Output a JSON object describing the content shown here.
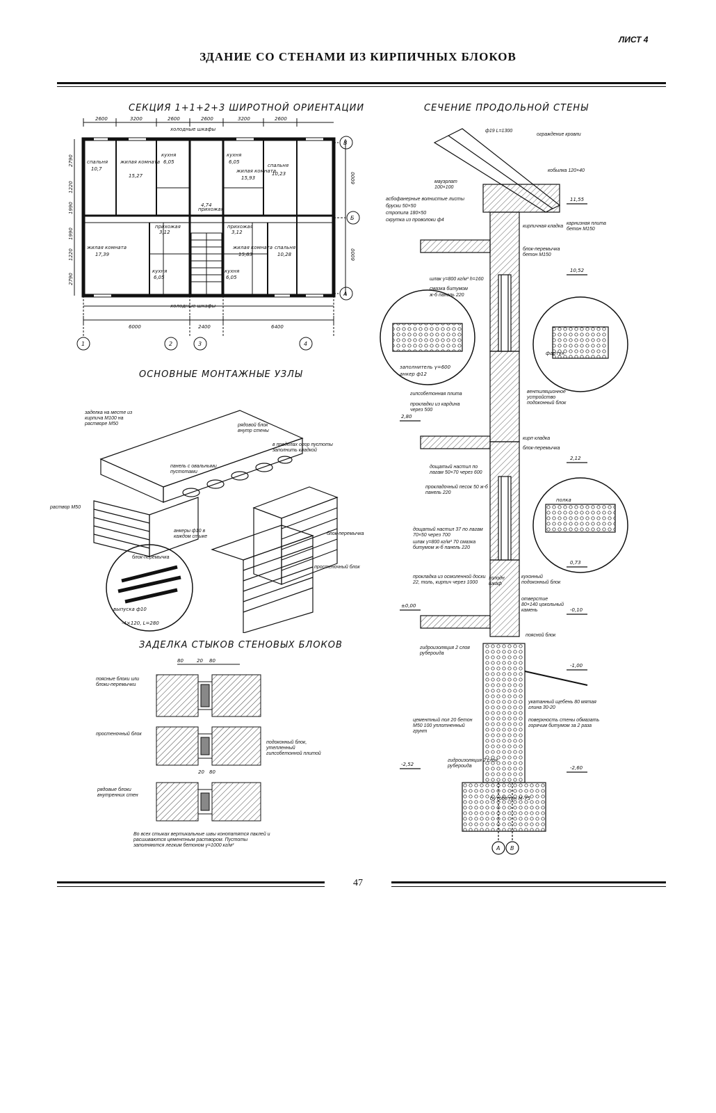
{
  "header": {
    "sheet": "ЛИСТ 4",
    "title": "ЗДАНИЕ СО СТЕНАМИ ИЗ КИРПИЧНЫХ БЛОКОВ"
  },
  "plan": {
    "title": "СЕКЦИЯ 1+1+2+3 ШИРОТНОЙ ОРИЕНТАЦИИ",
    "top_dims": [
      "2600",
      "3200",
      "2600",
      "2600",
      "3200",
      "2600"
    ],
    "cold_closets": "холодные шкафы",
    "rooms": [
      {
        "name": "спальня",
        "area": "10,7"
      },
      {
        "name": "жилая комната",
        "area": "15,27"
      },
      {
        "name": "кухня",
        "area": "6,05"
      },
      {
        "name": "кухня",
        "area": "6,05"
      },
      {
        "name": "жилая комната",
        "area": "15,93"
      },
      {
        "name": "спальня",
        "area": "10,23"
      },
      {
        "name": "прихожая",
        "area": "4,74"
      },
      {
        "name": "прихожая",
        "area": "3,12"
      },
      {
        "name": "прихожая",
        "area": "3,12"
      },
      {
        "name": "жилая комната",
        "area": "17,39"
      },
      {
        "name": "кухня",
        "area": "6,05"
      },
      {
        "name": "жилая комната",
        "area": "15,83"
      },
      {
        "name": "кухня",
        "area": "6,05"
      },
      {
        "name": "спальня",
        "area": "10,28"
      }
    ],
    "axes_letters": [
      "В",
      "Б",
      "А"
    ],
    "axes_numbers": [
      "1",
      "2",
      "3",
      "4"
    ],
    "bottom_dims": [
      "6000",
      "2400",
      "6400"
    ],
    "side_dims": [
      "2790",
      "1220",
      "1990",
      "1990",
      "1220",
      "2790"
    ],
    "right_dims": [
      "6000",
      "6000"
    ]
  },
  "nodes": {
    "title": "ОСНОВНЫЕ МОНТАЖНЫЕ УЗЛЫ",
    "labels": {
      "fill": "заделка на месте из кирпича М100 на растворе М50",
      "inner_block": "рядовой блок внутр стены",
      "cavities": "в пределах опор пустоты заполнить кладкой",
      "panel": "панель с овальными пустотами",
      "mortar": "раствор М50",
      "anchors": "анкеры ф10 в каждом стыке",
      "lintel": "блок-перемычка",
      "pier": "простеночный блок",
      "detail_lintel": "блок-перемычка",
      "outlets": "выпуска ф10",
      "outlets_size": "-4×120, L=280"
    }
  },
  "joints": {
    "title": "ЗАДЕЛКА СТЫКОВ СТЕНОВЫХ БЛОКОВ",
    "labels": {
      "belt": "поясные блоки или блоки-перемычки",
      "pier": "простеночный блок",
      "sill": "подоконный блок, утепленный гипсобетонной плитой",
      "inner": "рядовые блоки внутренних стен"
    },
    "dims": [
      "80",
      "20",
      "80",
      "20",
      "80"
    ],
    "note": "Во всех стыках вертикальные швы конопатятся паклей и расшиваются цементным раствором. Пустоты заполняются легким бетоном γ=1000 кг/м³"
  },
  "section": {
    "title": "СЕЧЕНИЕ ПРОДОЛЬНОЙ СТЕНЫ",
    "labels": {
      "roof_fence": "ограждение кровли",
      "rod": "ф19 L=1300",
      "mauerlat": "мауэрлат 100×100",
      "boards": "асбофанерные волнистые листы",
      "battens": "бруски 50×50",
      "rafters": "стропила 180×50",
      "twist": "скрутка из проволоки ф4",
      "mare": "кобылка 120×40",
      "cornice": "карнизная плита бетон М150",
      "brick": "кирпичная кладка",
      "lintel_block": "блок-перемычка бетон М150",
      "slag": "шлак γ=800 кг/м³ h=160",
      "bitumen": "смазка битумом",
      "panel220": "ж-б панель 220",
      "gypsum": "гипсобетонная плита",
      "felt": "прокладки из кардина через 500",
      "vent": "вентиляционное устройство подоконный блок",
      "brick2": "кирп кладка",
      "lintel2": "блок-перемычка",
      "floor1": "дощатый настил по лагам 50×70 через 600",
      "sand": "прокладочный песок 50 ж-б панель 220",
      "floor2": "дощатый настил 37 по лагам 70×50 через 700",
      "slag2": "шлак γ=800 кг/м³ 70 смазка битумом ж-б панель 220",
      "tarred": "прокладка из осмоленной доски 22, толь, кирпич через 1000",
      "closet": "холодн шкаф",
      "kitchen_block": "кухонный подоконный блок",
      "hole": "отверстие 80×140 цокольный камень",
      "belt": "поясной блок",
      "hydro": "гидроизоляция 2 слоя рубероида",
      "cement_floor": "цементный пол 20 бетон М50 100 уплотненный грунт",
      "crushed": "укатанный щебень 80 мятая глина 30-20",
      "coat": "поверхность стены обмазать горячим битумом за 2 раза",
      "hydro2": "гидроизоляция 2 слоя рубероида",
      "concrete": "бутобетон М-75",
      "filler": "заполнитель γ=600",
      "anchor": "анкер ф12",
      "pad": "полка",
      "facing": "фартук"
    },
    "levels": [
      "11,55",
      "10,52",
      "2,80",
      "2,12",
      "0,73",
      "±0,00",
      "-0,10",
      "-1,00",
      "-2,52",
      "-2,60"
    ],
    "axes": [
      "А",
      "В"
    ]
  },
  "footer": {
    "page": "47"
  }
}
